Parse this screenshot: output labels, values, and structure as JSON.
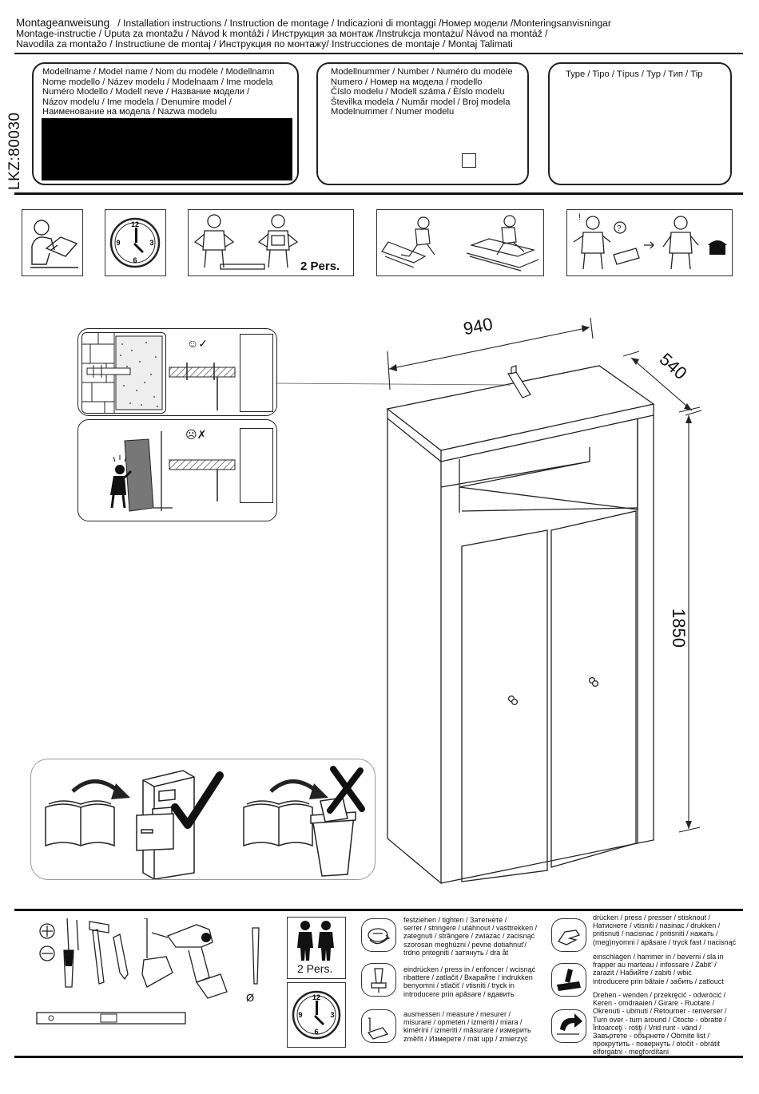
{
  "header": {
    "line1_bold": "Montageanweisung",
    "line1_rest": "/ Installation instructions / Instruction de montage / Indicazioni di montaggi /Номер модели /Monteringsanvisningar",
    "line2": "Montage-instructie / Uputa za montažu / Návod k montáži / Инструкция за монтаж /Instrukcja montażu/ Návod na montáž /",
    "line3": "Navodila za montažo / Instructiune de montaj / Инструкция по монтажу/ Instrucciones de montaje / Montaj Talimati"
  },
  "side_code": "LKZ:80030",
  "model_name_box": {
    "lines": [
      "Modellname / Model name / Nom du modèle / Modellnamn",
      "Nome modello / Název modelu / Modelnaam / Ime modela",
      "Numéro Modello / Modell neve / Название модели /",
      "Názov modelu / Ime modela / Denumire model /",
      "Наименование на модела / Nazwa modelu"
    ]
  },
  "model_number_box": {
    "lines": [
      "Modellnummer / Number / Numéro du modèle",
      "Numero /  Номер на модела / modello",
      "Číslo modelu / Modell száma / Èíslo modelu",
      "Številka modela / Număr model / Broj modela",
      "Modelnummer / Numer modelu"
    ]
  },
  "type_box": {
    "label": "Type / Tipo / Típus / Typ / Тип / Tip"
  },
  "top_icons": {
    "persons_label": "2 Pers.",
    "clock_numbers": [
      "12",
      "3",
      "6",
      "9"
    ]
  },
  "dimensions": {
    "width": "940",
    "depth": "540",
    "height": "1850"
  },
  "legend": {
    "persons_label": "2 Pers.",
    "diameter_symbol": "Ø",
    "items": [
      {
        "icon": "tighten-icon",
        "lines": [
          "festziehen / tighten / Затегнете /",
          "serrer / stringere / utáhnout / vasttrekken /",
          "zategnuti / strângere / zwiazac / zacisnąć",
          "szorosan meghúzni / pevne dotiahnut'/",
          "trdno pritegniti / затянуть / dra åt"
        ]
      },
      {
        "icon": "press-in-icon",
        "lines": [
          "eindrücken / press in / enfoncer / wcisnąć",
          "ribattere / zatlačit / Вкарайте / indrukken",
          "benyomni / stlačiť / vtisniti / tryck in",
          "introducere prin apăsare / вдавить"
        ]
      },
      {
        "icon": "measure-icon",
        "lines": [
          "ausmessen / measure / mesurer /",
          "misurare / opmeten / izmeriti / miara /",
          "kiméríni / izmeriti / măsurare / измерить",
          "změřit / Измерете / mät upp / zmierzyć"
        ]
      },
      {
        "icon": "press-hand-icon",
        "lines": [
          "drücken / press / presser / stisknout /",
          "Натиснете / vtisniti / nasinac / drukken /",
          "pritisnuti / nacisnac / pritisniti / нажать /",
          "(meg)nyomni / apăsare / tryck fast / nacisnąć"
        ]
      },
      {
        "icon": "hammer-icon",
        "lines": [
          "einschlagen / hammer in / beverni / sla in",
          "frapper au marteau / infossare / Zabit' /",
          "zarazit / Набийте / zabiti / wbić",
          "introducere prin bătaie / забить / zatlouct"
        ]
      },
      {
        "icon": "turn-over-icon",
        "lines": [
          "Drehen - wenden / przekręcić - odwrócić /",
          "Keren - omdraaien / Girare - Ruotare /",
          "Okrenuti - ubmuti / Retourner - renverser /",
          "Turn over - turn around / Otocte - obratte /",
          "Întoarceţi - rotiţi / Vrid runt - vänd /",
          "Завъртете - обърнете / Obrnite list /",
          "прокрутить - повернуть / otočit - obrátit",
          "elforgatni - megfordítani"
        ]
      }
    ]
  },
  "colors": {
    "ink": "#111111",
    "dark_fill": "#000000",
    "door": "#666666"
  }
}
